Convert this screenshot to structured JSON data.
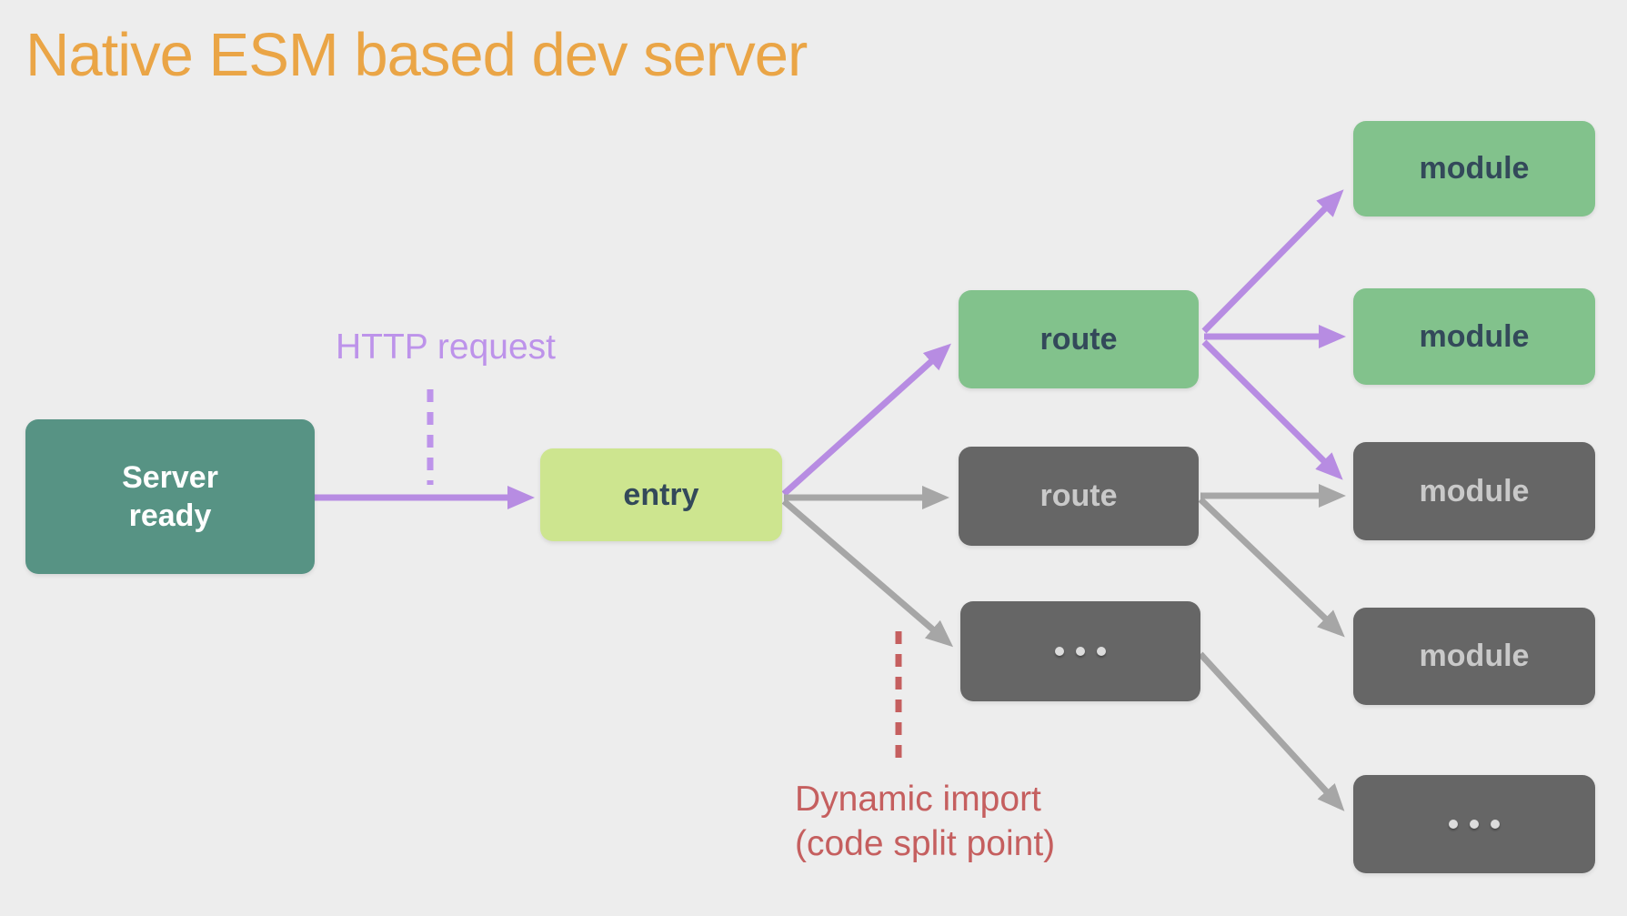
{
  "title": "Native ESM based dev server",
  "labels": {
    "http_request": "HTTP request",
    "dynamic_import": "Dynamic import\n(code split point)"
  },
  "nodes": {
    "server_ready": "Server\nready",
    "entry": "entry",
    "route_green": "route",
    "route_gray": "route",
    "modules": [
      "module",
      "module",
      "module",
      "module"
    ],
    "chunk_ellipsis": "···",
    "module_ellipsis": "···"
  },
  "colors": {
    "background": "#ededed",
    "title": "#eaa546",
    "teal": "#579384",
    "entry_green": "#cde58f",
    "green": "#82c28c",
    "dark_gray": "#666666",
    "gray_arrow": "#a6a6a6",
    "purple": "#b78ce2",
    "purple_label": "#bd93ea",
    "red_label": "#c55f5f",
    "dark_text": "#33495a",
    "light_text": "#c9c9c9",
    "white_text": "#ffffff",
    "dot": "#dcdcdc"
  }
}
